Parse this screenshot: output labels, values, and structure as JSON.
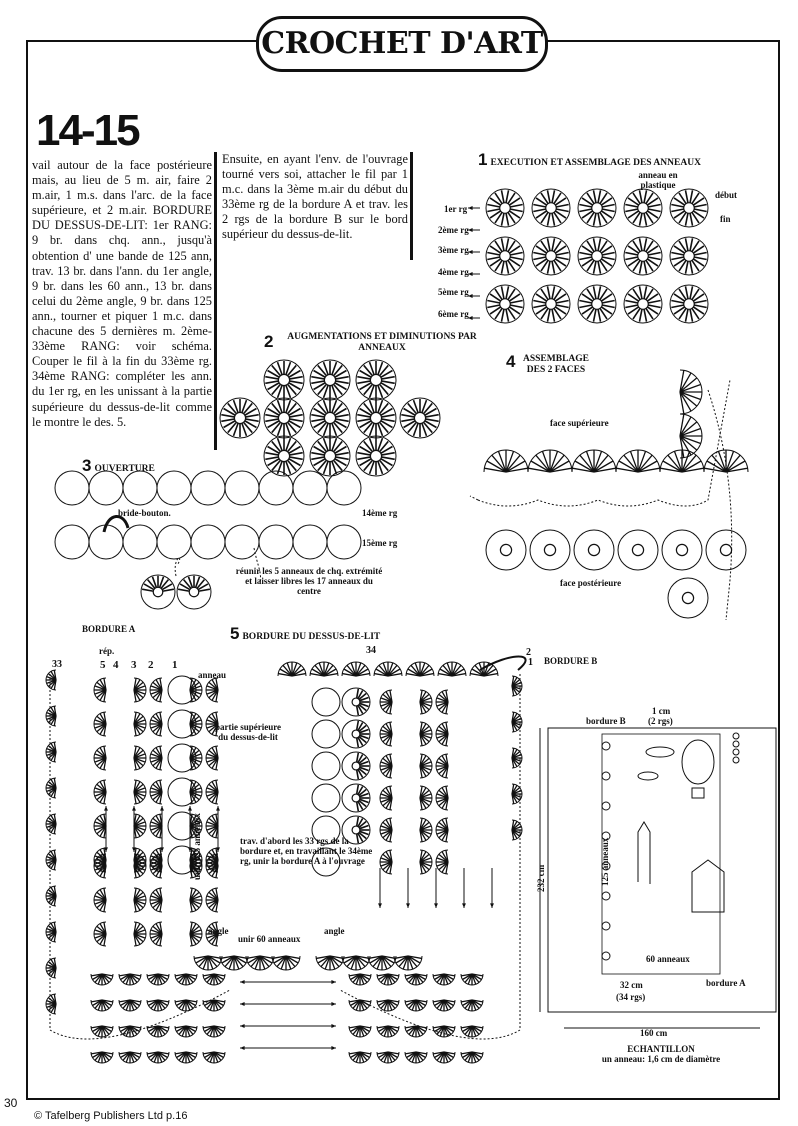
{
  "header": {
    "title": "CROCHET D'ART"
  },
  "pattern_number": "14-15",
  "column1": "vail autour de la face postérieure mais, au lieu de 5 m. air, faire 2 m.air, 1 m.s. dans l'arc. de la face supérieure, et 2 m.air. BORDURE DU DESSUS-DE-LIT: 1er RANG: 9 br. dans chq. ann., jusqu'à obtention d' une bande de 125 ann, trav. 13 br. dans l'ann. du 1er angle, 9 br. dans les 60 ann., 13 br. dans celui du 2ème angle, 9 br. dans 125 ann., tourner et piquer 1 m.c. dans chacune des 5 dernières m. 2ème-33ème RANG: voir schéma. Couper le fil à la fin du 33ème rg. 34ème RANG: compléter les ann. du 1er rg, en les unissant à la partie supérieure du dessus-de-lit comme le montre le des. 5.",
  "column2": "Ensuite, en ayant l'env. de l'ouvrage tourné vers soi, attacher le fil par 1 m.c. dans la 3ème m.air du début du 33ème rg de la bordure A et trav. les 2 rgs de la bordure B sur le bord supérieur du dessus-de-lit.",
  "diagram1": {
    "number": "1",
    "title": "EXECUTION ET ASSEMBLAGE DES ANNEAUX",
    "label_anneau": "anneau en plastique",
    "label_debut": "début",
    "label_fin": "fin",
    "rows": [
      "1er rg",
      "2ème rg",
      "3ème rg",
      "4ème rg",
      "5ème rg",
      "6ème rg"
    ]
  },
  "diagram2": {
    "number": "2",
    "title": "AUGMENTATIONS ET DIMINUTIONS PAR ANNEAUX"
  },
  "diagram3": {
    "number": "3",
    "title": "OUVERTURE",
    "label_bride": "bride-bouton.",
    "label_row14": "14ème rg",
    "label_row15": "15ème rg",
    "note": "réunir les 5 anneaux de chq. extrémité et laisser libres les 17 anneaux du centre"
  },
  "diagram4": {
    "number": "4",
    "title": "ASSEMBLAGE DES 2 FACES",
    "label_top": "face supérieure",
    "label_back": "face postérieure"
  },
  "diagram5": {
    "number": "5",
    "title": "BORDURE DU DESSUS-DE-LIT",
    "label_bordure_a": "BORDURE A",
    "label_bordure_b": "BORDURE B",
    "label_rep": "rép.",
    "label_33": "33",
    "label_5": "5",
    "label_4": "4",
    "label_3": "3",
    "label_2": "2",
    "label_1": "1",
    "label_34": "34",
    "label_2b": "2",
    "label_1b": "1",
    "label_anneau": "anneau",
    "label_partie": "partie supérieure du dessus-de-lit",
    "label_unir125": "unir 125 anneaux",
    "label_angle": "angle",
    "label_unir60": "unir 60 anneaux",
    "note": "trav. d'abord les 33 rgs de la bordure et, en travaillant le 34ème rg, unir la bordure A à l'ouvrage"
  },
  "schematic": {
    "label_1cm": "1 cm",
    "label_2rgs": "(2 rgs)",
    "label_bordure_b": "bordure B",
    "label_232": "232 cm",
    "label_125": "125 anneaux",
    "label_60": "60 anneaux",
    "label_32": "32 cm",
    "label_34rgs": "(34 rgs)",
    "label_bordure_a": "bordure A",
    "label_160": "160 cm",
    "label_echantillon": "ECHANTILLON",
    "label_anneau": "un anneau: 1,6 cm de diamètre"
  },
  "footer": {
    "page_number": "30",
    "copyright": "© Tafelberg Publishers Ltd p.16"
  }
}
